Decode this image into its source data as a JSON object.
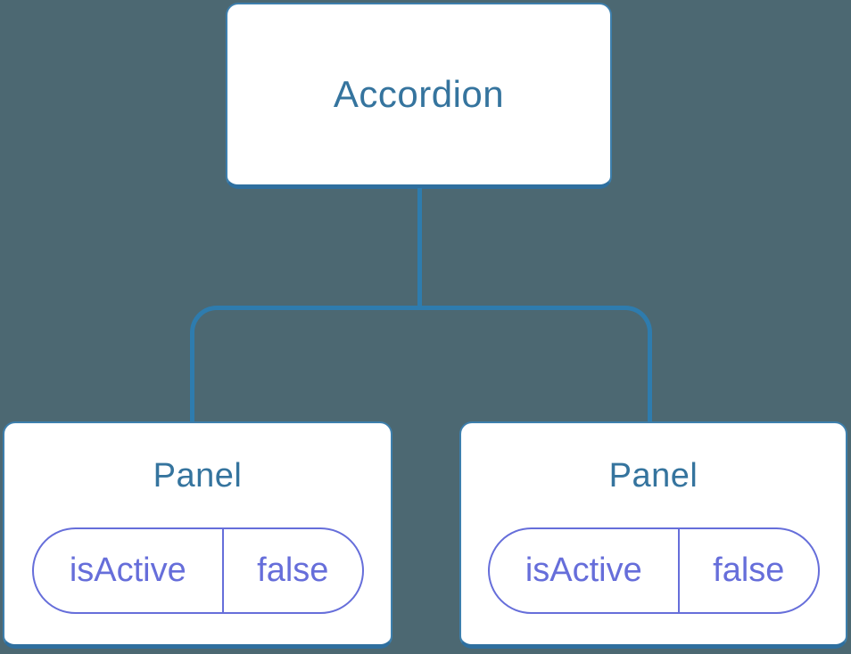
{
  "colors": {
    "background": "#4C6872",
    "node_border": "#3D7FAD",
    "node_border_bottom": "#2E6F9F",
    "node_text": "#35749E",
    "connector": "#2E7CAE",
    "state_accent": "#666EDA"
  },
  "tree": {
    "root": {
      "label": "Accordion"
    },
    "children": [
      {
        "label": "Panel",
        "state": {
          "key": "isActive",
          "value": "false"
        }
      },
      {
        "label": "Panel",
        "state": {
          "key": "isActive",
          "value": "false"
        }
      }
    ]
  }
}
